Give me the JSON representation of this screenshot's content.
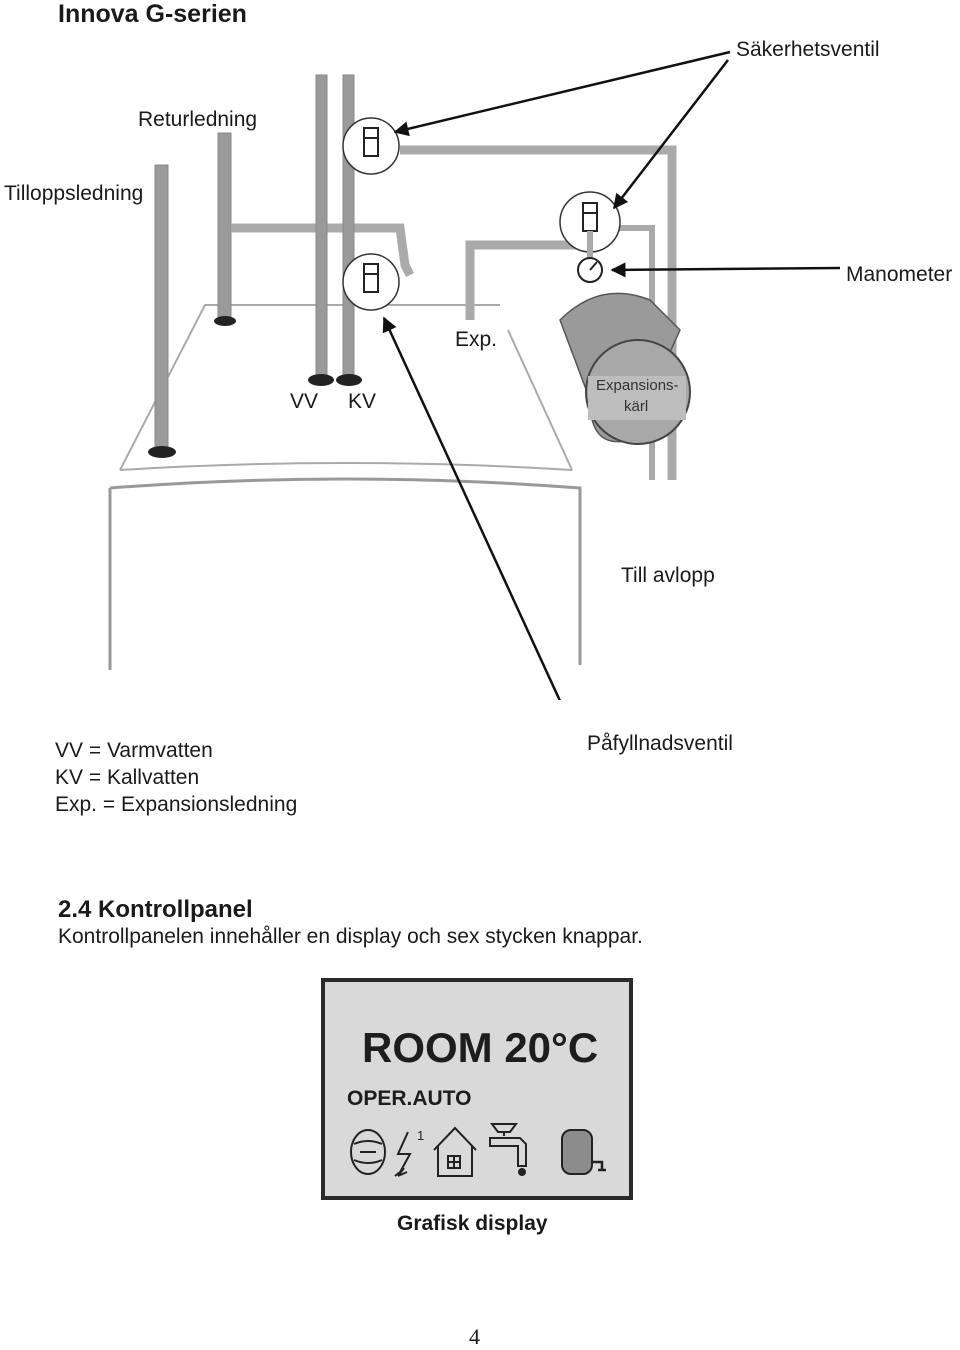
{
  "header": {
    "title": "Innova G-serien"
  },
  "diagram": {
    "labels": {
      "safety_valve": "Säkerhetsventil",
      "return_line": "Returledning",
      "supply_line": "Tilloppsledning",
      "manometer": "Manometer",
      "exp": "Exp.",
      "vv": "VV",
      "kv": "KV",
      "expansion_vessel_line1": "Expansions-",
      "expansion_vessel_line2": "kärl",
      "drain": "Till avlopp",
      "fill_valve": "Påfyllnadsventil"
    },
    "legend": [
      "VV = Varmvatten",
      "KV = Kallvatten",
      "Exp. = Expansionsledning"
    ]
  },
  "section": {
    "heading": "2.4 Kontrollpanel",
    "body": "Kontrollpanelen innehåller en display och sex stycken knappar."
  },
  "display": {
    "temperature_text": "ROOM 20°C",
    "mode_text": "OPER.AUTO",
    "power_index": "1",
    "icons": [
      "burner-icon",
      "electric-power-icon",
      "house-icon",
      "tap-water-icon",
      "boiler-tank-icon"
    ],
    "caption": "Grafisk display"
  },
  "footer": {
    "page_number": "4"
  }
}
